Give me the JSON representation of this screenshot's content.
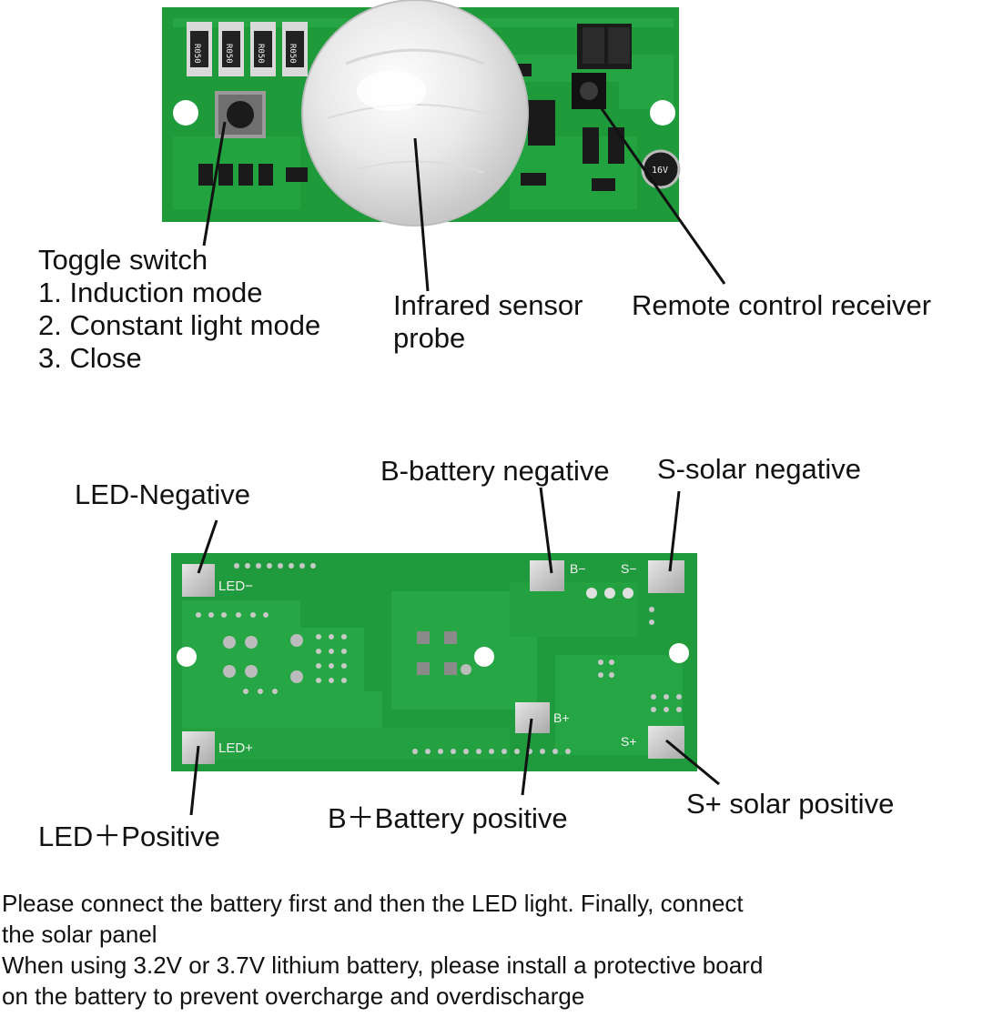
{
  "top_board": {
    "toggle_label": {
      "title": "Toggle switch",
      "items": [
        "1. Induction mode",
        "2. Constant light mode",
        "3. Close"
      ]
    },
    "sensor_label": [
      "Infrared sensor",
      "probe"
    ],
    "remote_label": "Remote control receiver"
  },
  "bottom_board": {
    "led_negative": "LED-Negative",
    "battery_negative": "B-battery negative",
    "solar_negative": "S-solar negative",
    "led_positive": "LED＋Positive",
    "battery_positive": "B＋Battery positive",
    "solar_positive": "S+ solar positive",
    "silkscreen": {
      "led_minus": "LED−",
      "led_plus": "LED+",
      "b_minus": "B−",
      "s_minus": "S−",
      "b_plus": "B+",
      "s_plus": "S+"
    }
  },
  "notes": [
    "Please connect the battery first and then the LED light. Finally, connect",
    "the solar panel",
    "When using 3.2V or 3.7V lithium battery, please install a protective board",
    "on the battery to prevent overcharge and overdischarge"
  ],
  "colors": {
    "pcb_green": "#1f9a3c",
    "pcb_trace": "#2bb04b",
    "pad_silver": "#c9c9c9",
    "dome_white": "#eeeeee"
  }
}
